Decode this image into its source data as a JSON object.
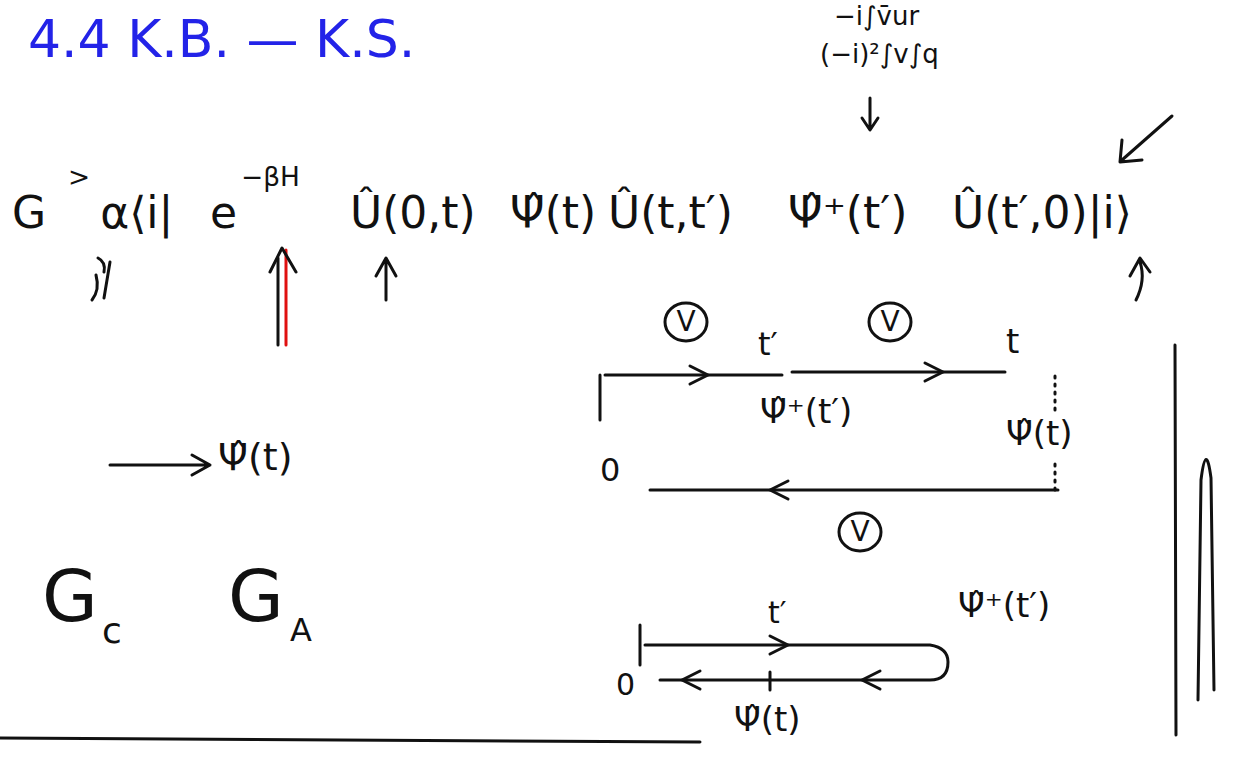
{
  "diagram": {
    "title": "4.4 K.B. — K.S.",
    "nodes": [
      {
        "text": [
          "V"
        ]
      },
      {
        "text": [
          "V"
        ]
      },
      {
        "text": [
          "V"
        ]
      }
    ],
    "labels": [
      "−i∫v̄ur",
      "(−i)²∫v∫q",
      "G",
      ">",
      "α⟨i|",
      "e",
      "−βH",
      "Û(0,t)",
      "Ψ̂(t)",
      "Û(t,t′)",
      "Ψ̂⁺(t′)",
      "Û(t′,0)|i⟩",
      "Ψ̂(t)",
      "G",
      "c",
      "G",
      "A",
      "t′",
      "t",
      "Ψ̂⁺(t′)",
      "0",
      "Ψ̂(t)",
      "t′",
      "Ψ̂⁺(t′)",
      "0",
      "Ψ̂(t)"
    ]
  }
}
